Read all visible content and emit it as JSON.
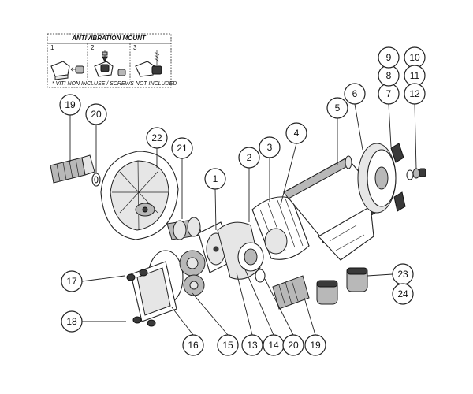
{
  "antivibration_mount": {
    "title": "ANTIVIBRATION MOUNT",
    "steps": [
      "1",
      "2",
      "3"
    ],
    "note": "* VITI NON INCLUSE / SCREWS NOT INCLUDED"
  },
  "callouts": {
    "c1": "1",
    "c2": "2",
    "c3": "3",
    "c4": "4",
    "c5": "5",
    "c6": "6",
    "c7": "7",
    "c8": "8",
    "c9": "9",
    "c10": "10",
    "c11": "11",
    "c12": "12",
    "c13": "13",
    "c14": "14",
    "c15": "15",
    "c16": "16",
    "c17": "17",
    "c18": "18",
    "c19a": "19",
    "c19b": "19",
    "c20a": "20",
    "c20b": "20",
    "c21": "21",
    "c22": "22",
    "c23": "23",
    "c24": "24"
  }
}
